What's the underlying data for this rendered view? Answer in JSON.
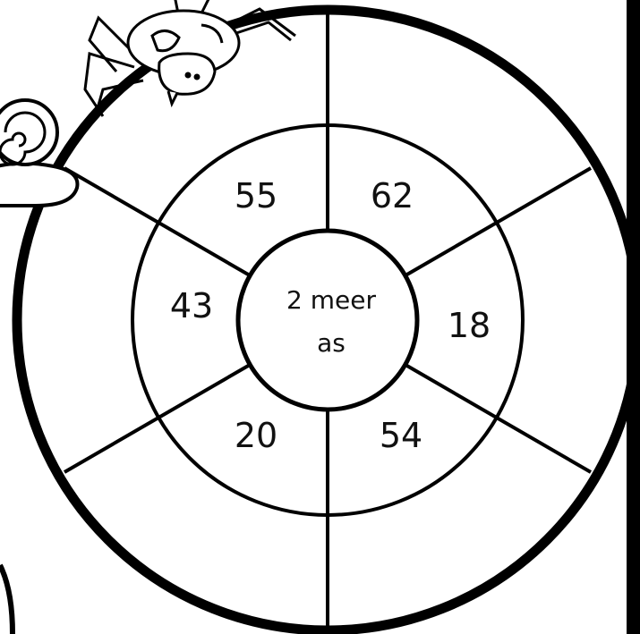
{
  "worksheet": {
    "center_label_line1": "2 meer",
    "center_label_line2": "as",
    "inner_numbers": [
      "55",
      "62",
      "18",
      "54",
      "20",
      "43"
    ],
    "decorations": [
      "spider-icon",
      "snail-icon"
    ]
  }
}
